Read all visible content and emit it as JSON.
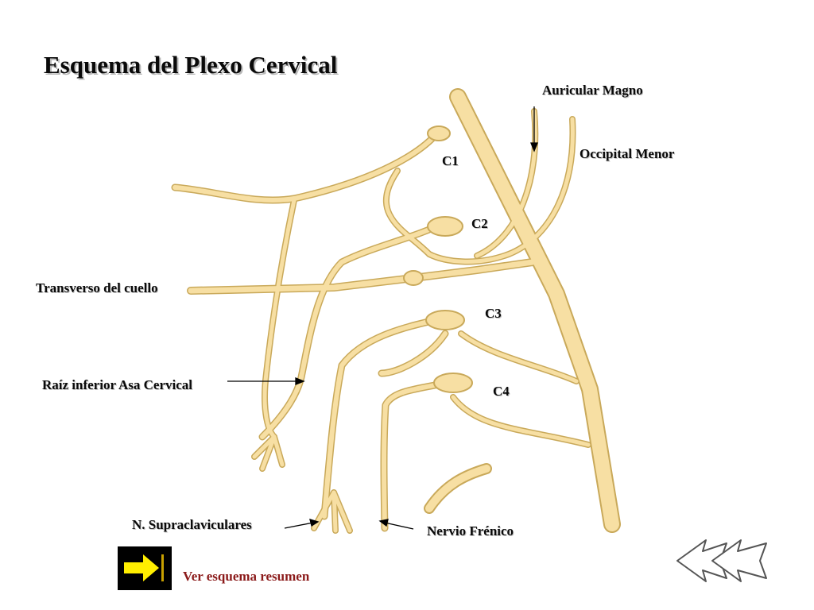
{
  "title": "Esquema del Plexo Cervical",
  "labels": {
    "auricular_magno": "Auricular Magno",
    "occipital_menor": "Occipital Menor",
    "c1": "C1",
    "c2": "C2",
    "c3": "C3",
    "c4": "C4",
    "transverso": "Transverso del cuello",
    "raiz_inferior": "Raíz inferior Asa Cervical",
    "supraclaviculares": "N. Supraclaviculares",
    "frenico": "Nervio Frénico"
  },
  "navigation": {
    "summary_link": "Ver esquema resumen",
    "forward_icon": "right-arrow-icon",
    "back_icon": "double-left-arrow-icon"
  },
  "colors": {
    "nerve_fill": "#f7dfa3",
    "nerve_outline": "#c9a95a",
    "link": "#8b1a1a",
    "arrow_yellow": "#ffee00"
  }
}
